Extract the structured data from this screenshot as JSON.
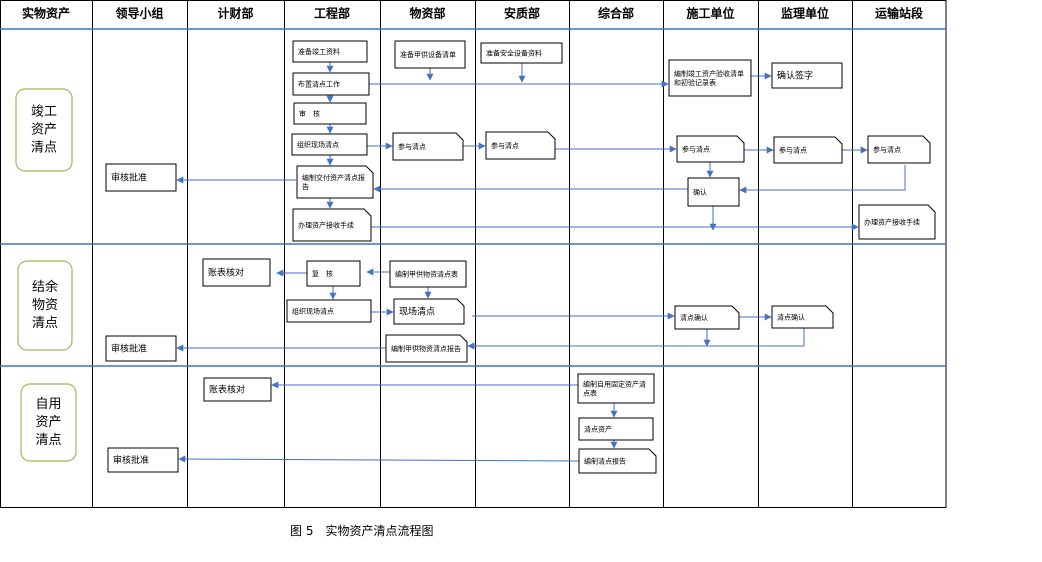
{
  "headers": [
    "实物资产",
    "领导小组",
    "计财部",
    "工程部",
    "物资部",
    "安质部",
    "综合部",
    "施工单位",
    "监理单位",
    "运输站段"
  ],
  "phases": [
    {
      "id": "p1",
      "lines": [
        "竣工",
        "资产",
        "清点"
      ]
    },
    {
      "id": "p2",
      "lines": [
        "结余",
        "物资",
        "清点"
      ]
    },
    {
      "id": "p3",
      "lines": [
        "自用",
        "资产",
        "清点"
      ]
    }
  ],
  "nodes": [
    {
      "id": "n1",
      "text": "准备竣工资料"
    },
    {
      "id": "n2",
      "text": "准备甲供设备清单"
    },
    {
      "id": "n3",
      "text": "准备安全设备资料"
    },
    {
      "id": "n4",
      "text": "编制竣工资产验收清单和初验记录表"
    },
    {
      "id": "n5",
      "text": "确认签字"
    },
    {
      "id": "n6",
      "text": "布置清点工作"
    },
    {
      "id": "n7",
      "text": "审　核"
    },
    {
      "id": "n8",
      "text": "组织现场清点"
    },
    {
      "id": "n9",
      "text": "参与清点"
    },
    {
      "id": "n10",
      "text": "参与清点"
    },
    {
      "id": "n11",
      "text": "参与清点"
    },
    {
      "id": "n12",
      "text": "参与清点"
    },
    {
      "id": "n13",
      "text": "参与清点"
    },
    {
      "id": "n14",
      "text": "审核批准"
    },
    {
      "id": "n15",
      "text": "编制交付资产清点报告"
    },
    {
      "id": "n16",
      "text": "确认"
    },
    {
      "id": "n17",
      "text": "办理资产接收手续"
    },
    {
      "id": "n18",
      "text": "办理资产接收手续"
    },
    {
      "id": "n19",
      "text": "账表核对"
    },
    {
      "id": "n20",
      "text": "复　核"
    },
    {
      "id": "n21",
      "text": "编制甲供物资清点表"
    },
    {
      "id": "n22",
      "text": "组织现场清点"
    },
    {
      "id": "n23",
      "text": "现场清点"
    },
    {
      "id": "n24",
      "text": "清点确认"
    },
    {
      "id": "n25",
      "text": "清点确认"
    },
    {
      "id": "n26",
      "text": "审核批准"
    },
    {
      "id": "n27",
      "text": "编制甲供物资清点报告"
    },
    {
      "id": "n28",
      "text": "账表核对"
    },
    {
      "id": "n29",
      "text": "编制自用固定资产清点表"
    },
    {
      "id": "n30",
      "text": "清点资产"
    },
    {
      "id": "n31",
      "text": "审核批准"
    },
    {
      "id": "n32",
      "text": "编制清点报告"
    }
  ],
  "caption": "图 5　实物资产清点流程图"
}
